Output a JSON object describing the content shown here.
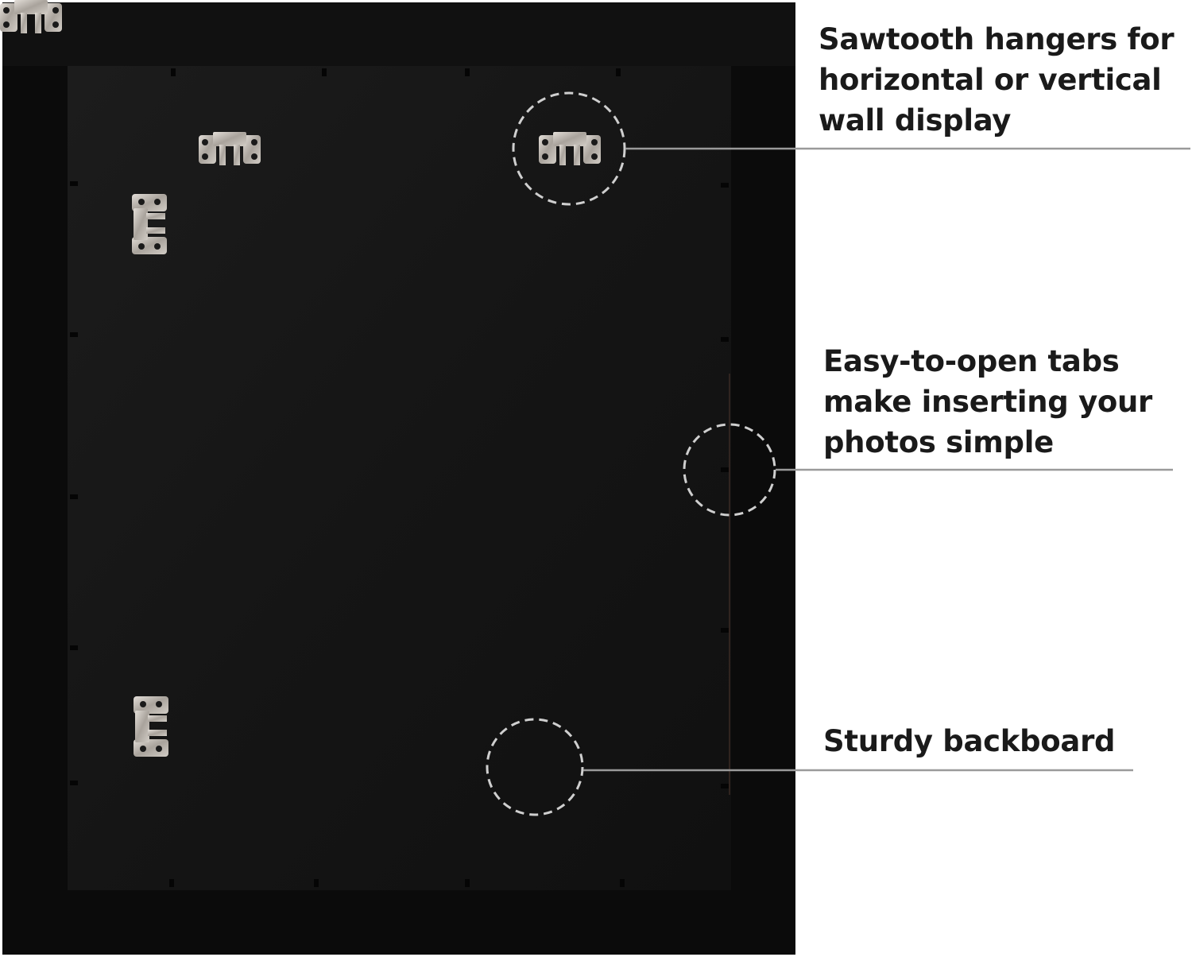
{
  "colors": {
    "frame": "#0b0b0b",
    "backboard": "#161616",
    "hardware": "#b9b4ae",
    "callout_line": "#9a9a9a",
    "dashed_circle": "#cfcfcf",
    "text": "#1a1a1a"
  },
  "callouts": [
    {
      "id": "sawtooth-hangers",
      "lines": [
        "Sawtooth hangers for",
        "horizontal or vertical",
        "wall display"
      ]
    },
    {
      "id": "easy-open-tabs",
      "lines": [
        "Easy-to-open tabs",
        "make inserting your",
        "photos simple"
      ]
    },
    {
      "id": "sturdy-backboard",
      "lines": [
        "Sturdy backboard"
      ]
    }
  ]
}
